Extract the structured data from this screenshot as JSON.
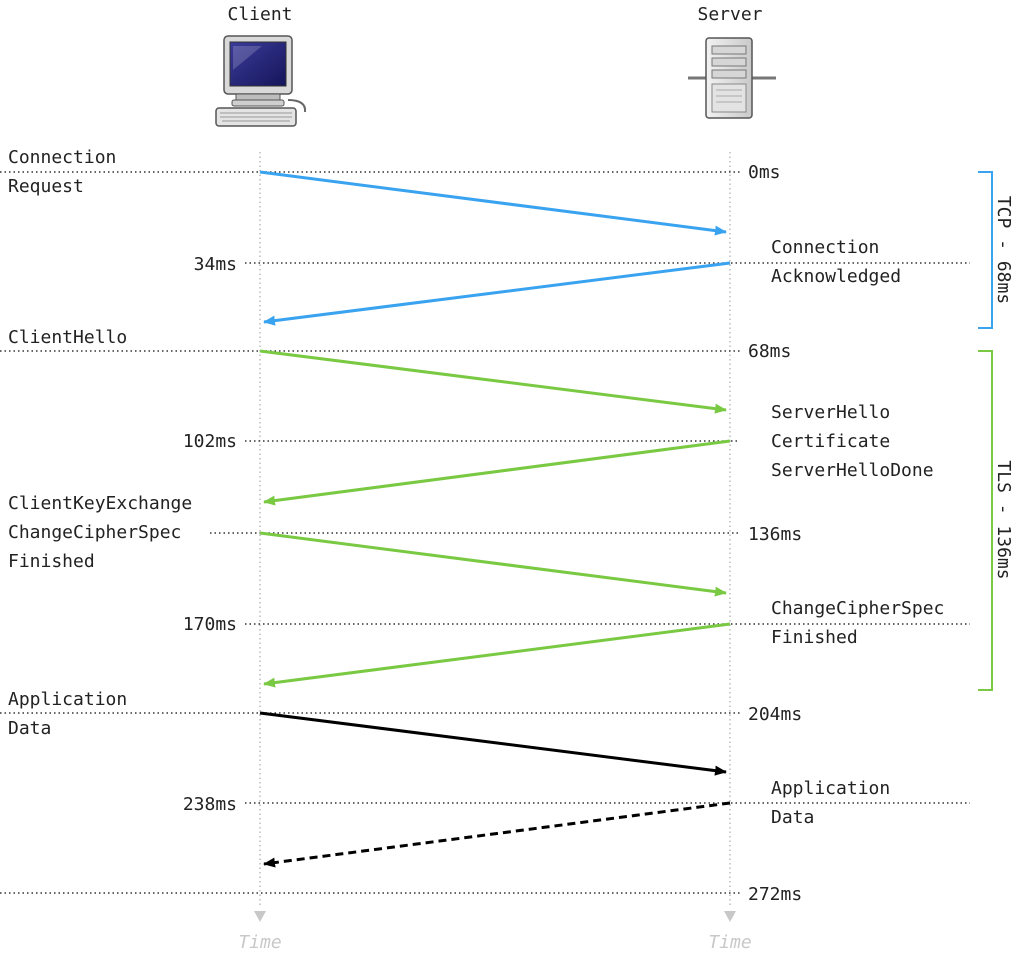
{
  "participants": {
    "client": "Client",
    "server": "Server"
  },
  "client_labels": {
    "connection_request": [
      "Connection",
      "Request"
    ],
    "client_hello": [
      "ClientHello"
    ],
    "client_key_exchange": [
      "ClientKeyExchange",
      "ChangeCipherSpec",
      "Finished"
    ],
    "application_data": [
      "Application",
      "Data"
    ]
  },
  "server_labels": {
    "connection_acknowledged": [
      "Connection",
      "Acknowledged"
    ],
    "server_hello": [
      "ServerHello",
      "Certificate",
      "ServerHelloDone"
    ],
    "change_cipher_spec": [
      "ChangeCipherSpec",
      "Finished"
    ],
    "application_data": [
      "Application",
      "Data"
    ]
  },
  "server_times": [
    "0ms",
    "68ms",
    "136ms",
    "204ms",
    "272ms"
  ],
  "client_times": [
    "34ms",
    "102ms",
    "170ms",
    "238ms"
  ],
  "brackets": {
    "tcp": "TCP - 68ms",
    "tls": "TLS - 136ms"
  },
  "axis_label": "Time",
  "colors": {
    "tcp": "#3aa3f0",
    "tls": "#7ac943",
    "app": "#000000",
    "dotted": "#333333",
    "lifeline": "#bbbbbb"
  },
  "icons": {
    "client": "desktop-computer-icon",
    "server": "server-tower-icon"
  }
}
